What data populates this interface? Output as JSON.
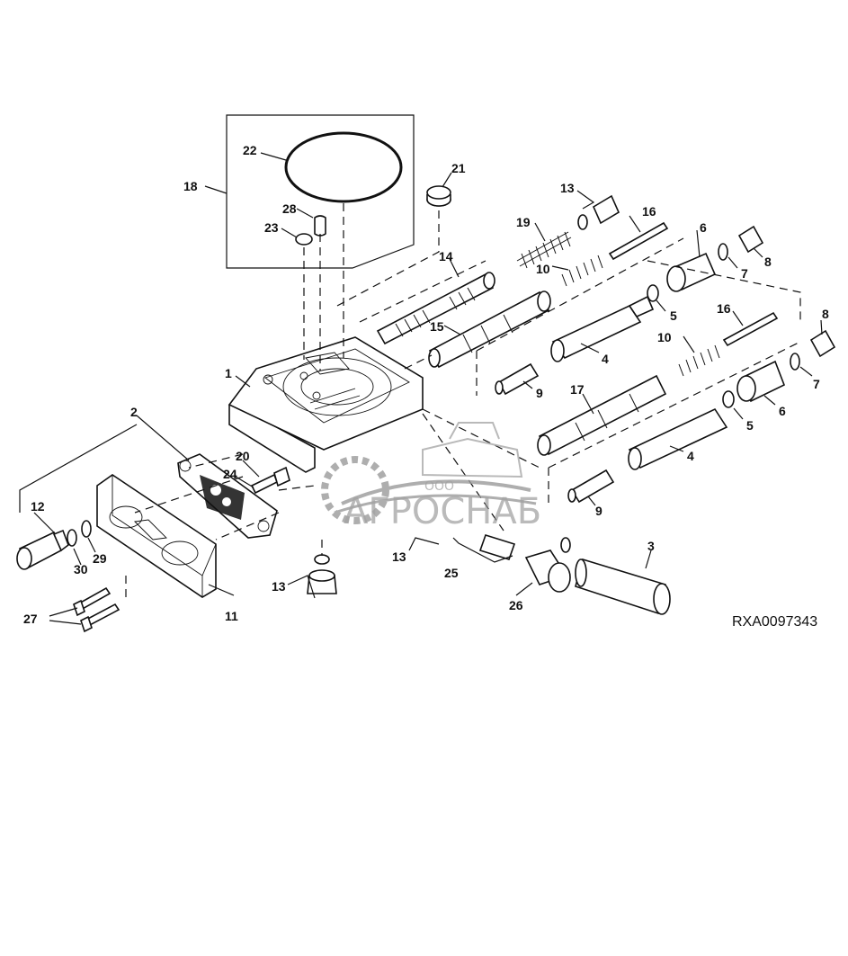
{
  "diagram": {
    "part_code": "RXA0097343",
    "callouts": [
      "1",
      "2",
      "3",
      "4",
      "4",
      "5",
      "5",
      "6",
      "6",
      "7",
      "7",
      "8",
      "8",
      "9",
      "9",
      "10",
      "10",
      "11",
      "12",
      "13",
      "13",
      "13",
      "14",
      "15",
      "16",
      "16",
      "17",
      "18",
      "19",
      "20",
      "21",
      "22",
      "23",
      "24",
      "25",
      "26",
      "27",
      "28",
      "29",
      "30"
    ]
  },
  "watermark": {
    "brand": "АГРОСНАБ",
    "suffix": "ООО"
  },
  "colors": {
    "ink": "#111111",
    "watermark": "#8c8c8c"
  }
}
